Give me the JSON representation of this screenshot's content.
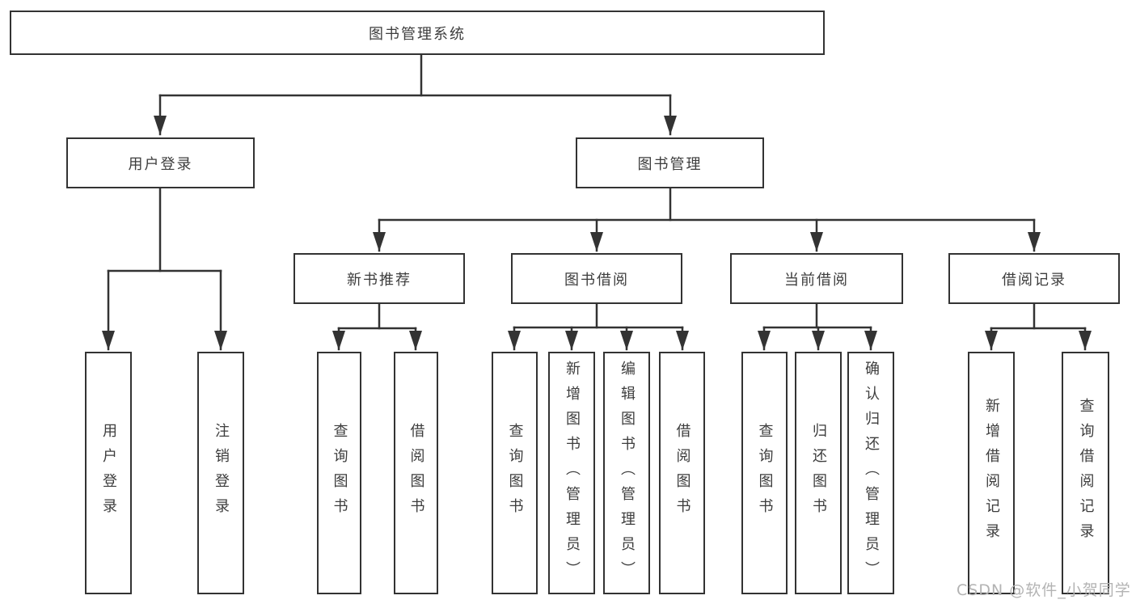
{
  "tree": {
    "label": "图书管理系统",
    "children": [
      {
        "label": "用户登录",
        "children": [
          {
            "label": "用户登录"
          },
          {
            "label": "注销登录"
          }
        ]
      },
      {
        "label": "图书管理",
        "children": [
          {
            "label": "新书推荐",
            "children": [
              {
                "label": "查询图书"
              },
              {
                "label": "借阅图书"
              }
            ]
          },
          {
            "label": "图书借阅",
            "children": [
              {
                "label": "查询图书"
              },
              {
                "label": "新增图书（管理员）"
              },
              {
                "label": "编辑图书（管理员）"
              },
              {
                "label": "借阅图书"
              }
            ]
          },
          {
            "label": "当前借阅",
            "children": [
              {
                "label": "查询图书"
              },
              {
                "label": "归还图书"
              },
              {
                "label": "确认归还（管理员）"
              }
            ]
          },
          {
            "label": "借阅记录",
            "children": [
              {
                "label": "新增借阅记录"
              },
              {
                "label": "查询借阅记录"
              }
            ]
          }
        ]
      }
    ]
  },
  "watermark": {
    "text": "CSDN @软件_小贺同学"
  },
  "colors": {
    "line": "#333333",
    "box_border": "#333333",
    "text": "#3d3d3d",
    "watermark": "#b3b3b3",
    "background": "#ffffff"
  }
}
